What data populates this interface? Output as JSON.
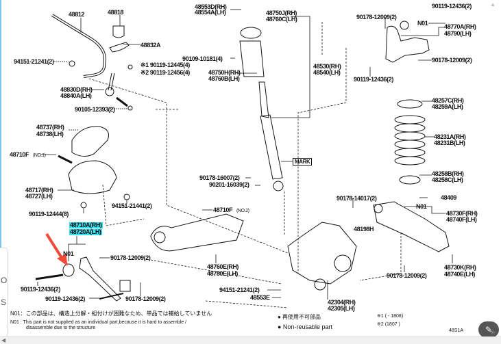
{
  "diagram": {
    "labels": [
      "48812",
      "48818",
      "48832A",
      "94151-21241(2)",
      "90109-10181(4)",
      "※1 90119-12445(4)",
      "※2 90119-12456(4)",
      "48750H(RH)",
      "48760B(LH)",
      "48830D(RH)",
      "48840A(LH)",
      "90105-12393(2)",
      "48737(RH)",
      "48738(LH)",
      "48710F",
      "(NO.1)",
      "48553D(RH)",
      "48554A(LH)",
      "48750J(RH)",
      "48760C(LH)",
      "48530(RH)",
      "48540(LH)",
      "90178-12009(2)",
      "90119-12436(2)",
      "N01",
      "48770A(RH)",
      "48790(LH)",
      "90178-12009(2)",
      "90119-12436(2)",
      "48257C(RH)",
      "48259A(LH)",
      "48231A(RH)",
      "48231B(LH)",
      "MARK",
      "90178-16007(2)",
      "90201-16039(2)",
      "48258B(RH)",
      "48258C(LH)",
      "48409",
      "90178-14017(2)",
      "N01",
      "48730F(RH)",
      "48740F(LH)",
      "48198H",
      "48717(RH)",
      "48727(LH)",
      "90119-12444(8)",
      "94151-21441(2)",
      "48710F",
      "(NO.2)",
      "48710A(RH)",
      "48720A(LH)",
      "N01",
      "90178-12009(2)",
      "48760E(RH)",
      "48780E(LH)",
      "90119-12436(2)",
      "90119-12436(2)",
      "90178-12009(2)",
      "94151-21241(2)",
      "48553E",
      "42304(RH)",
      "42305(LH)",
      "90178-12009(2)",
      "48730K(RH)",
      "48740E(LH)"
    ],
    "highlight_color": "#33e0f0",
    "arrow_color": "#f04a3a"
  },
  "footnotes": {
    "n01_ja": "N01：この部品は、構造上分解・組付けが困難なため、単品では補給していません",
    "n01_en_1": "N01 :  This part is not supplied as an individual part,because it is hard to assemble /",
    "n01_en_2": "disassemble due to the structure",
    "legend_ja": "● 再使用不可部品",
    "legend_en": "● Non-reusable part",
    "note1": "※1 (          - 1808)",
    "note2": "※2 (1807          )",
    "figure_code": "48S1A"
  },
  "left_panel": {
    "line1": "O",
    "line2": "S"
  },
  "icons": {
    "edit": "pencil-icon",
    "scroll_left": "triangle-left-icon",
    "scroll_right": "triangle-right-icon"
  }
}
